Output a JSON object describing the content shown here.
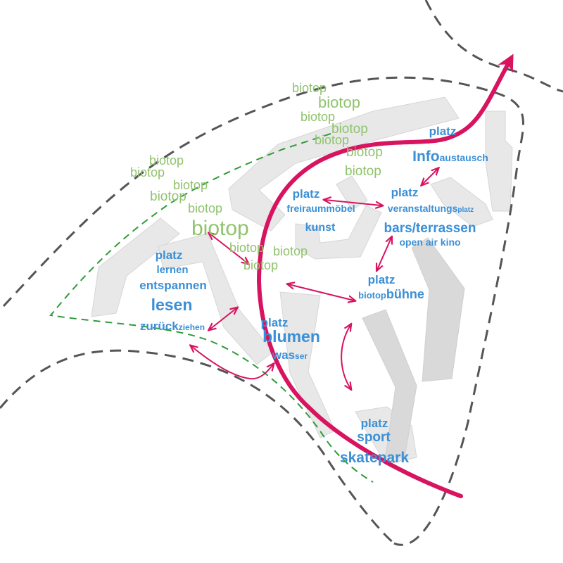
{
  "colors": {
    "blue_text": "#3b8fd6",
    "green_text": "#8fc36c",
    "magenta": "#d8135f",
    "dashed_grey": "#555555",
    "dashed_green": "#2e9b3a",
    "building_fill": "#e8e8e8",
    "building_stroke": "#d6d6d6",
    "building_dark": "#d9d9d9"
  },
  "biotop": "biotop",
  "labels": {
    "info": {
      "title": "platz",
      "l1a": "Info",
      "l1b": "austausch"
    },
    "freiraum": {
      "title": "platz",
      "l1": "freiraummöbel",
      "l2": "kunst"
    },
    "veranstaltung": {
      "title": "platz",
      "l1a": "veranstaltungs",
      "l1b": "platz",
      "l2": "bars/terrassen",
      "l3": "open air kino"
    },
    "lernen": {
      "title": "platz",
      "l1": "lernen",
      "l2": "entspannen",
      "l3": "lesen",
      "l4a": "zurück",
      "l4b": "ziehen"
    },
    "buehne": {
      "title": "platz",
      "l1a": "biotop",
      "l1b": "bühne"
    },
    "blumen": {
      "title": "platz",
      "l1": "blumen",
      "l2a": "was",
      "l2b": "ser"
    },
    "sport": {
      "title": "platz",
      "l1": "sport",
      "l2": "skatepark"
    }
  }
}
